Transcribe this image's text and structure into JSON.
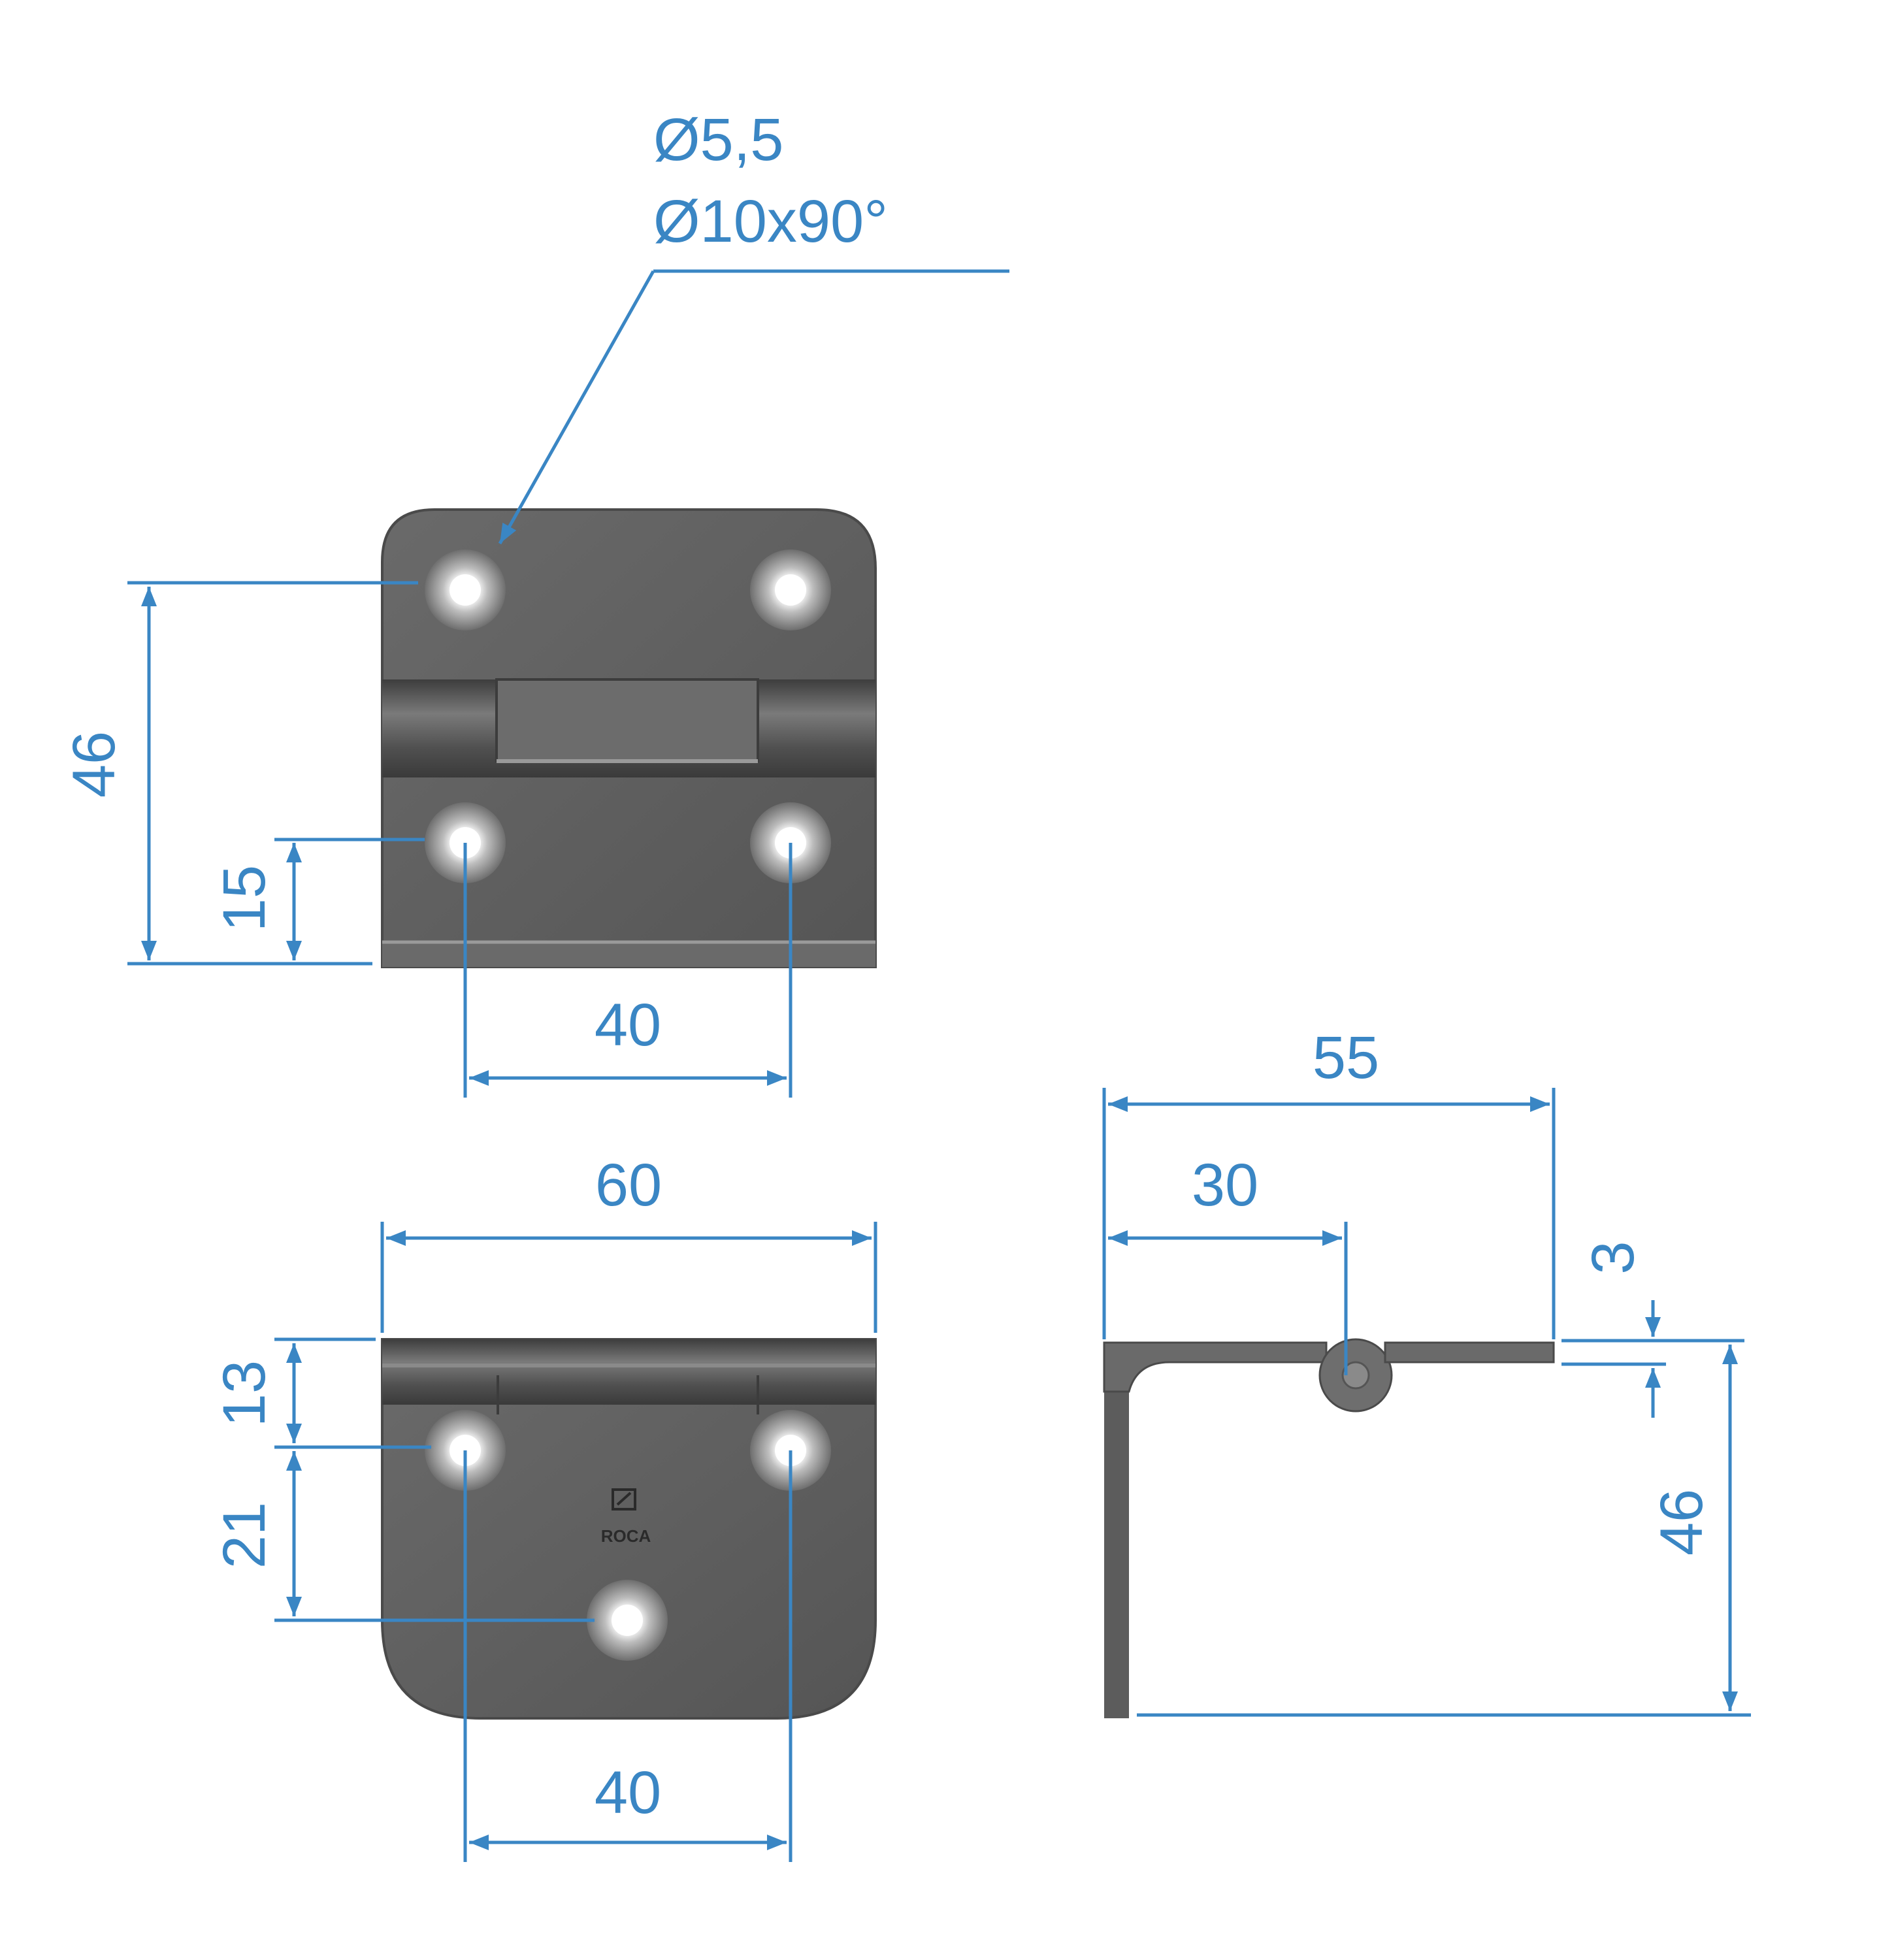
{
  "colors": {
    "dimension": "#3a86c4",
    "plate": "#5a5a5a",
    "plate_dark": "#3f3f3f",
    "plate_light": "#8a8a8a",
    "hole_fill": "#ffffff",
    "background": "#ffffff"
  },
  "callout": {
    "hole_diameter": "Ø5,5",
    "countersink": "Ø10x90°"
  },
  "top_view": {
    "height_label": "46",
    "hole_offset_label": "15",
    "hole_spacing_label": "40"
  },
  "bottom_view": {
    "width_label": "60",
    "knuckle_to_hole_label": "13",
    "hole_row_spacing_label": "21",
    "hole_spacing_label": "40",
    "logo_text": "ROCA"
  },
  "side_view": {
    "total_width_label": "55",
    "pin_position_label": "30",
    "thickness_label": "3",
    "height_label": "46"
  }
}
